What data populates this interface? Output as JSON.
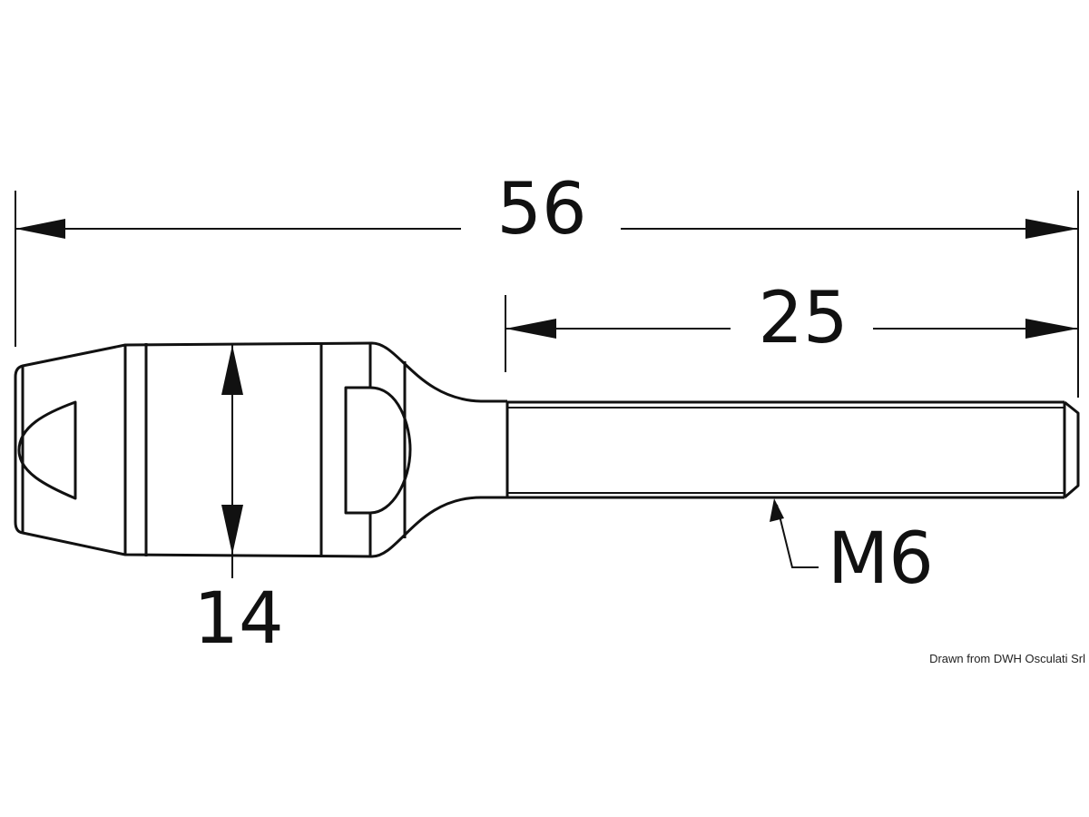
{
  "dimensions": {
    "overall_length": "56",
    "thread_length": "25",
    "body_diameter": "14",
    "thread_size": "M6"
  },
  "caption": "Drawn from DWH Osculati Srl",
  "colors": {
    "line": "#111111",
    "background": "#ffffff"
  }
}
